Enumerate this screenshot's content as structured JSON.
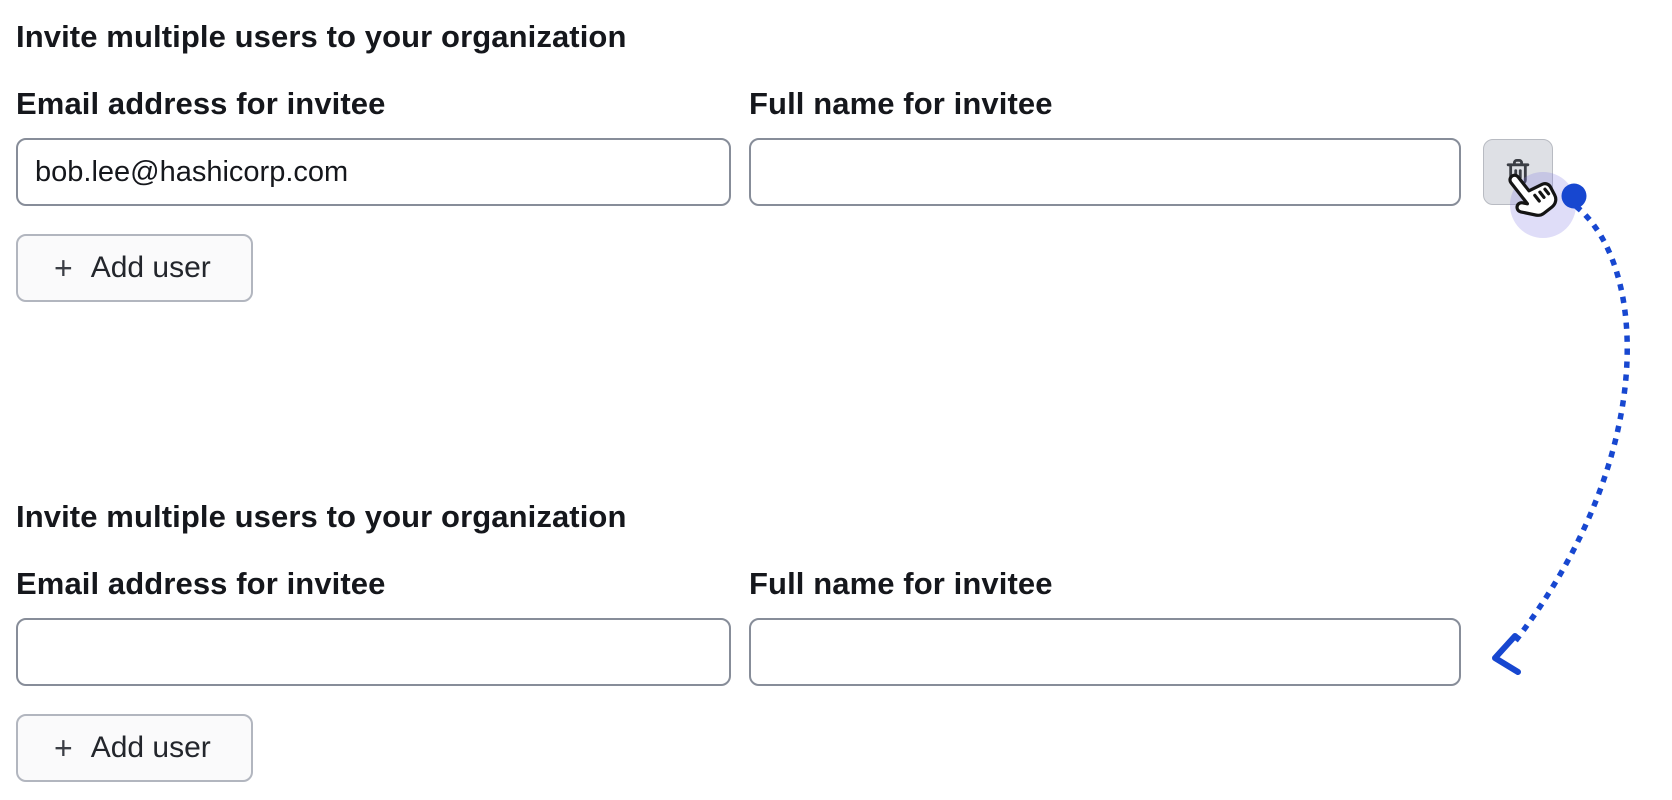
{
  "colors": {
    "accent_blue": "#1747d0",
    "text": "#15171c",
    "input_border": "#878d99",
    "add_button_bg": "#fafafb",
    "add_button_border": "#b2b6bf",
    "delete_button_bg": "#dee0e5",
    "trash_icon": "#3b3e45",
    "click_highlight": "rgba(126,120,229,0.25)"
  },
  "sections": [
    {
      "title": "Invite multiple users to your organization",
      "email_label": "Email address for invitee",
      "name_label": "Full name for invitee",
      "email_value": "bob.lee@hashicorp.com",
      "name_value": "",
      "plus_icon": "+",
      "add_user_label": "Add user"
    },
    {
      "title": "Invite multiple users to your organization",
      "email_label": "Email address for invitee",
      "name_label": "Full name for invitee",
      "email_value": "",
      "name_value": "",
      "plus_icon": "+",
      "add_user_label": "Add user"
    }
  ]
}
